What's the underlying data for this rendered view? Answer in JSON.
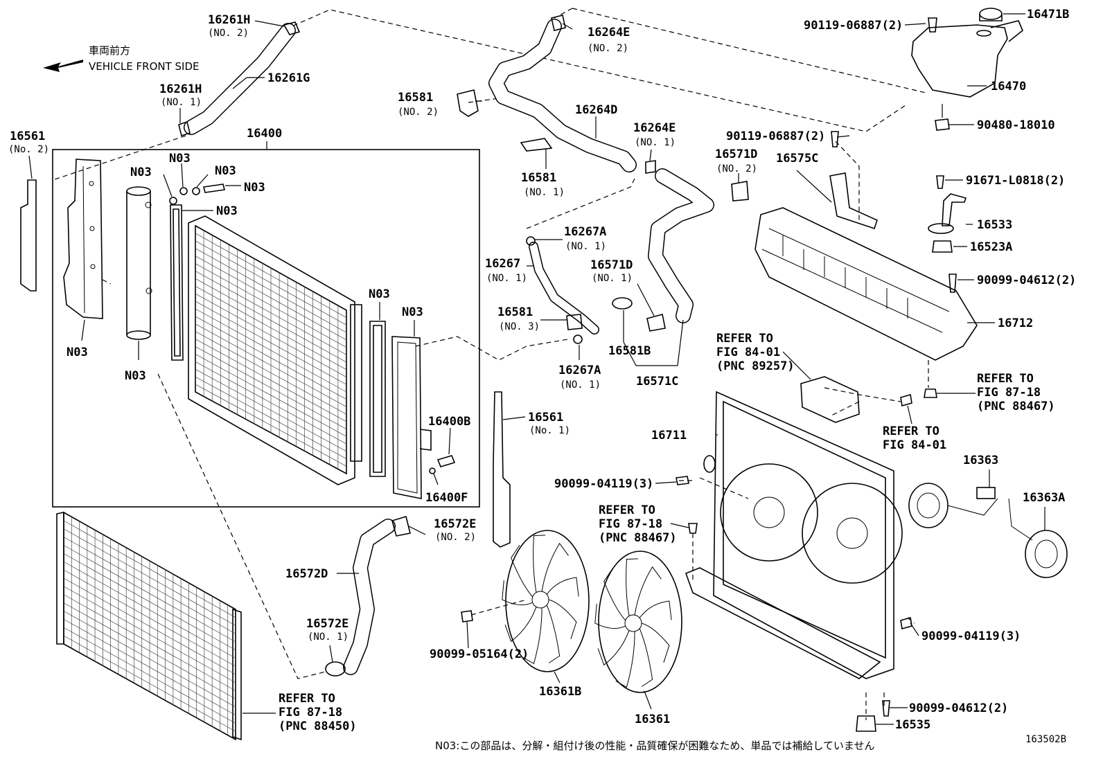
{
  "diagram_id": "163502B",
  "front_indicator": {
    "jp": "車両前方",
    "en": "VEHICLE FRONT SIDE"
  },
  "footnote": "N03:この部品は、分解・組付け後の性能・品質確保が困難なため、単品では補給していません",
  "labels": {
    "p16261H_2": {
      "main": "16261H",
      "sub": "(NO. 2)"
    },
    "p16261G": {
      "main": "16261G"
    },
    "p16261H_1": {
      "main": "16261H",
      "sub": "(NO. 1)"
    },
    "p16561_2": {
      "main": "16561",
      "sub": "(No. 2)"
    },
    "p16400": {
      "main": "16400"
    },
    "n03_a": {
      "main": "N03"
    },
    "n03_b": {
      "main": "N03"
    },
    "n03_c": {
      "main": "N03"
    },
    "n03_d": {
      "main": "N03"
    },
    "n03_e": {
      "main": "N03"
    },
    "n03_f": {
      "main": "N03"
    },
    "n03_g": {
      "main": "N03"
    },
    "n03_h": {
      "main": "N03"
    },
    "n03_i": {
      "main": "N03"
    },
    "p16400B": {
      "main": "16400B"
    },
    "p16400F": {
      "main": "16400F"
    },
    "p16561_1": {
      "main": "16561",
      "sub": "(No. 1)"
    },
    "p16264E_2": {
      "main": "16264E",
      "sub": "(NO. 2)"
    },
    "p16581_2": {
      "main": "16581",
      "sub": "(NO. 2)"
    },
    "p16264D": {
      "main": "16264D"
    },
    "p16264E_1": {
      "main": "16264E",
      "sub": "(NO. 1)"
    },
    "p16581_1": {
      "main": "16581",
      "sub": "(NO. 1)"
    },
    "p16267A_1a": {
      "main": "16267A",
      "sub": "(NO. 1)"
    },
    "p16267": {
      "main": "16267",
      "sub": "(NO. 1)"
    },
    "p16581_3": {
      "main": "16581",
      "sub": "(NO. 3)"
    },
    "p16267A_1b": {
      "main": "16267A",
      "sub": "(NO. 1)"
    },
    "p16571D_2": {
      "main": "16571D",
      "sub": "(NO. 2)"
    },
    "p16571D_1": {
      "main": "16571D",
      "sub": "(NO. 1)"
    },
    "p16581B": {
      "main": "16581B"
    },
    "p16571C": {
      "main": "16571C"
    },
    "p16575C": {
      "main": "16575C"
    },
    "p90119_a": {
      "main": "90119-06887(2)"
    },
    "p90119_b": {
      "main": "90119-06887(2)"
    },
    "p16471B": {
      "main": "16471B"
    },
    "p16470": {
      "main": "16470"
    },
    "p90480": {
      "main": "90480-18010"
    },
    "p91671": {
      "main": "91671-L0818(2)"
    },
    "p16533": {
      "main": "16533"
    },
    "p16523A": {
      "main": "16523A"
    },
    "p90099_04612_a": {
      "main": "90099-04612(2)"
    },
    "p16712": {
      "main": "16712"
    },
    "ref_84_01_pnc": {
      "l1": "REFER TO",
      "l2": "FIG 84-01",
      "l3": "(PNC 89257)"
    },
    "ref_87_18_right": {
      "l1": "REFER TO",
      "l2": "FIG 87-18",
      "l3": "(PNC 88467)"
    },
    "ref_84_01": {
      "l1": "REFER TO",
      "l2": "FIG 84-01"
    },
    "p16711": {
      "main": "16711"
    },
    "p16363": {
      "main": "16363"
    },
    "p16363A": {
      "main": "16363A"
    },
    "p90099_04119_a": {
      "main": "90099-04119(3)"
    },
    "ref_87_18_mid": {
      "l1": "REFER TO",
      "l2": "FIG 87-18",
      "l3": "(PNC 88467)"
    },
    "p90099_04119_b": {
      "main": "90099-04119(3)"
    },
    "p16572E_2": {
      "main": "16572E",
      "sub": "(NO. 2)"
    },
    "p16572D": {
      "main": "16572D"
    },
    "p16572E_1": {
      "main": "16572E",
      "sub": "(NO. 1)"
    },
    "p90099_05164": {
      "main": "90099-05164(2)"
    },
    "p16361B": {
      "main": "16361B"
    },
    "p16361": {
      "main": "16361"
    },
    "ref_87_18_bottom": {
      "l1": "REFER TO",
      "l2": "FIG 87-18",
      "l3": "(PNC 88450)"
    },
    "p90099_04612_b": {
      "main": "90099-04612(2)"
    },
    "p16535": {
      "main": "16535"
    }
  }
}
